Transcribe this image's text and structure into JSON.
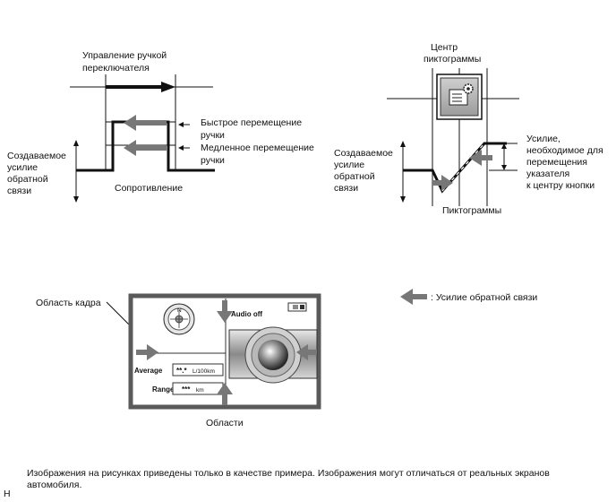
{
  "diagram1": {
    "title_line1": "Управление ручкой",
    "title_line2": "переключателя",
    "fast_line1": "Быстрое перемещение",
    "fast_line2": "ручки",
    "slow_line1": "Медленное перемещение",
    "slow_line2": "ручки",
    "force_line1": "Создаваемое",
    "force_line2": "усилие",
    "force_line3": "обратной",
    "force_line4": "связи",
    "resistance": "Сопротивление"
  },
  "diagram2": {
    "center_line1": "Центр",
    "center_line2": "пиктограммы",
    "force_line1": "Создаваемое",
    "force_line2": "усилие",
    "force_line3": "обратной",
    "force_line4": "связи",
    "effort_line1": "Усилие,",
    "effort_line2": "необходимое для",
    "effort_line3": "перемещения",
    "effort_line4": "указателя",
    "effort_line5": "к центру кнопки",
    "icons": "Пиктограммы"
  },
  "diagram3": {
    "frame_area": "Область кадра",
    "areas": "Области",
    "legend": ": Усилие обратной связи",
    "screen": {
      "audio_off": "Audio off",
      "average_label": "Average",
      "average_value": "**.*",
      "average_unit": "L/100km",
      "range_label": "Range",
      "range_value": "***",
      "range_unit": "km",
      "compass_n": "N"
    }
  },
  "footnote": "Изображения на рисунках приведены только в качестве примера. Изображения могут отличаться от реальных экранов автомобиля.",
  "corner_letter": "H"
}
